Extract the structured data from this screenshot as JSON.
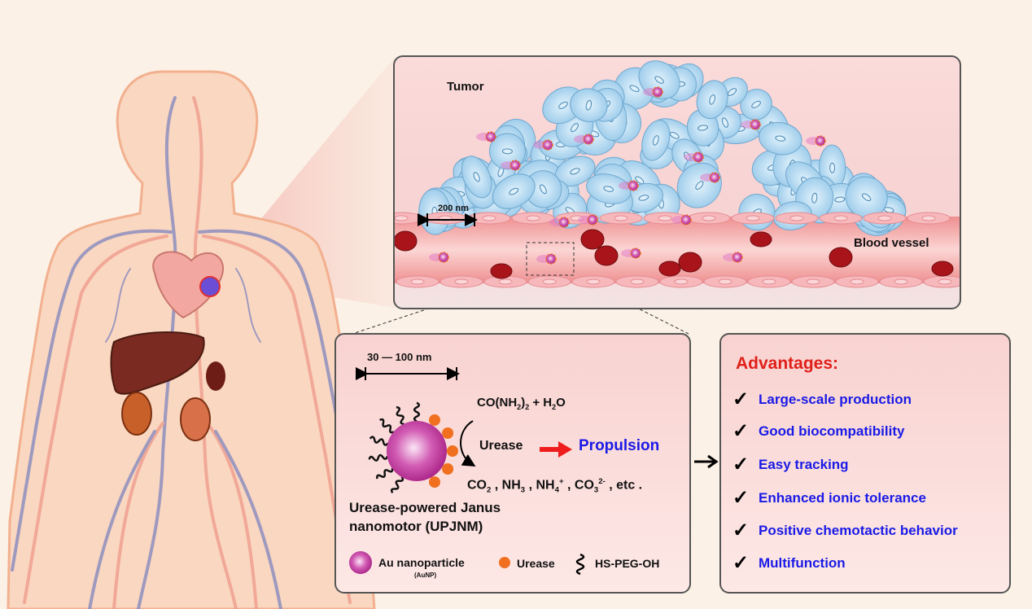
{
  "tumor_panel": {
    "tumor_label": "Tumor",
    "blood_vessel_label": "Blood vessel",
    "scale_bar": "200 nm"
  },
  "motor_panel": {
    "scale_bar": "30 — 100 nm",
    "reactants": {
      "a": "CO(NH",
      "s1": "2",
      "b": ")",
      "s2": "2",
      "c": " + H",
      "s3": "2",
      "d": "O"
    },
    "enzyme": "Urease",
    "result": "Propulsion",
    "products": {
      "a": "CO",
      "s1": "2",
      "b": " , NH",
      "s2": "3",
      "c": " , NH",
      "s3": "4",
      "p1": "+",
      "d": " , CO",
      "s4": "3",
      "p2": "2-",
      "e": " , etc ."
    },
    "name_line1": "Urease-powered Janus",
    "name_line2": "nanomotor (UPJNM)",
    "legend": {
      "au": "Au nanoparticle",
      "au_abbr": "(AuNP)",
      "urease": "Urease",
      "peg": "HS-PEG-OH"
    }
  },
  "advantages": {
    "title": "Advantages:",
    "items": [
      "Large-scale production",
      "Good biocompatibility",
      "Easy tracking",
      "Enhanced ionic tolerance",
      "Positive chemotactic behavior",
      "Multifunction"
    ]
  },
  "colors": {
    "title": "#e0201a",
    "items": "#1a1ae6",
    "propulsion": "#1a1ae6",
    "arrow": "#ee1c1c",
    "aunp": "#c8369e",
    "urease": "#f07020",
    "cell": "#a9d4ee"
  }
}
